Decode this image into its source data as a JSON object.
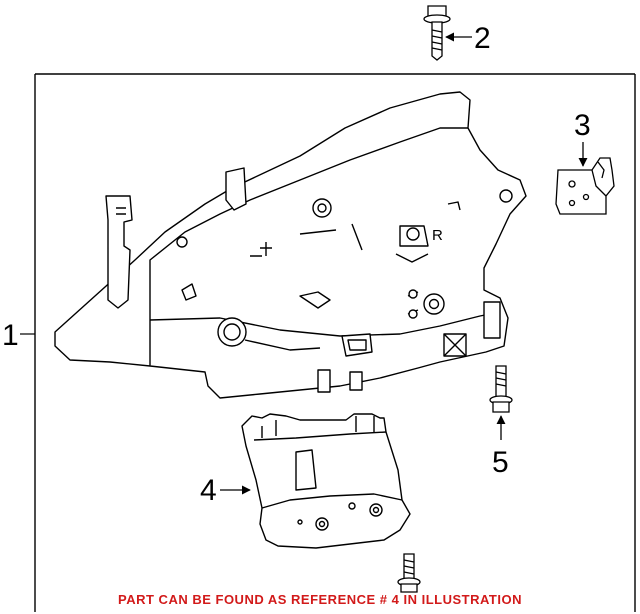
{
  "callouts": {
    "c1": "1",
    "c2": "2",
    "c3": "3",
    "c4": "4",
    "c5": "5"
  },
  "part_letter": "R",
  "note": "PART CAN BE FOUND AS REFERENCE # 4 IN ILLUSTRATION",
  "colors": {
    "line": "#000000",
    "note": "#d21a1a"
  }
}
